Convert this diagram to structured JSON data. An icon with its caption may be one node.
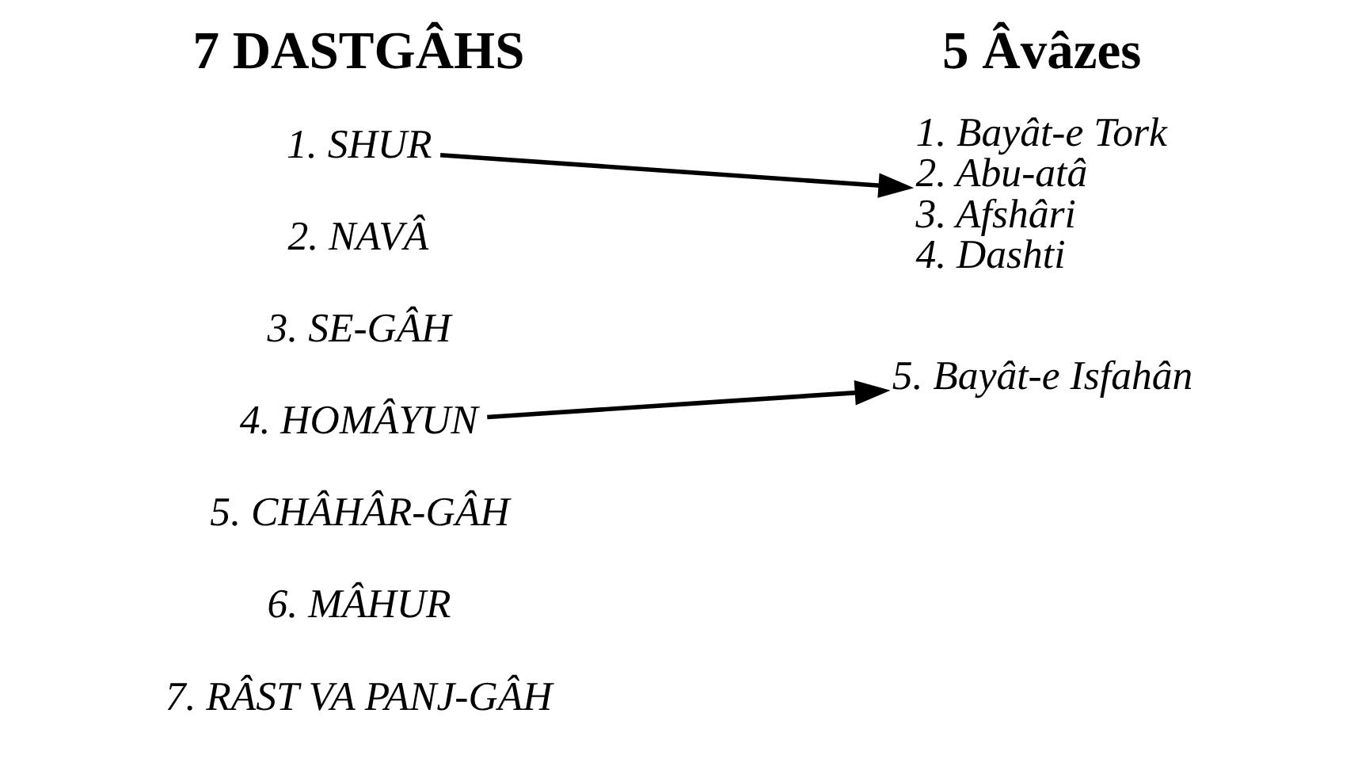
{
  "diagram": {
    "nodes": [
      {
        "text": [
          "1. SHUR"
        ]
      },
      {
        "text": [
          "4. HOMÂYUN"
        ]
      },
      {
        "text": [
          "1. Bayât-e Tork",
          "2. Abu-atâ",
          "3. Afshâri",
          "4. Dashti"
        ]
      },
      {
        "text": [
          "5. Bayât-e Isfahân"
        ]
      }
    ],
    "edges": [
      {
        "from": 0,
        "to": 2,
        "arrow": "to"
      },
      {
        "from": 1,
        "to": 3,
        "arrow": "to"
      }
    ],
    "labels": [
      "7 DASTGÂHS",
      "5 Âvâzes",
      "2. NAVÂ",
      "3. SE-GÂH",
      "5. CHÂHÂR-GÂH",
      "6. MÂHUR",
      "7. RÂST VA PANJ-GÂH"
    ]
  }
}
